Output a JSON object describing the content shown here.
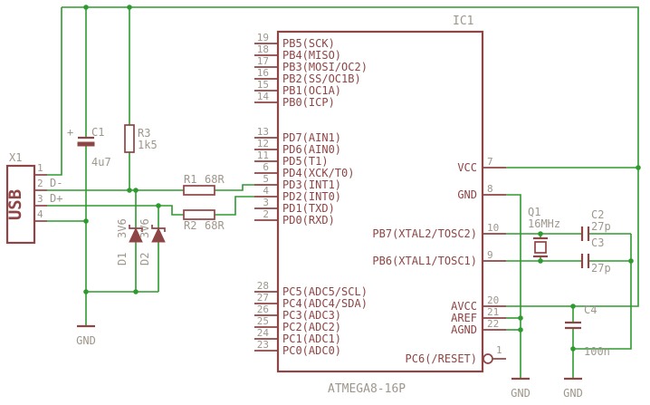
{
  "colors": {
    "background": "#ffffff",
    "wire": "#2f9a2f",
    "symbol": "#8e4545",
    "label": "#9e978c"
  },
  "ic": {
    "refdes": "IC1",
    "part": "ATMEGA8-16P",
    "left_pins": [
      {
        "num": "19",
        "name": "PB5(SCK)"
      },
      {
        "num": "18",
        "name": "PB4(MISO)"
      },
      {
        "num": "17",
        "name": "PB3(MOSI/OC2)"
      },
      {
        "num": "16",
        "name": "PB2(SS/OC1B)"
      },
      {
        "num": "15",
        "name": "PB1(OC1A)"
      },
      {
        "num": "14",
        "name": "PB0(ICP)"
      },
      {
        "num": "13",
        "name": "PD7(AIN1)"
      },
      {
        "num": "12",
        "name": "PD6(AIN0)"
      },
      {
        "num": "11",
        "name": "PD5(T1)"
      },
      {
        "num": "6",
        "name": "PD4(XCK/T0)"
      },
      {
        "num": "5",
        "name": "PD3(INT1)"
      },
      {
        "num": "4",
        "name": "PD2(INT0)"
      },
      {
        "num": "3",
        "name": "PD1(TXD)"
      },
      {
        "num": "2",
        "name": "PD0(RXD)"
      },
      {
        "num": "28",
        "name": "PC5(ADC5/SCL)"
      },
      {
        "num": "27",
        "name": "PC4(ADC4/SDA)"
      },
      {
        "num": "26",
        "name": "PC3(ADC3)"
      },
      {
        "num": "25",
        "name": "PC2(ADC2)"
      },
      {
        "num": "24",
        "name": "PC1(ADC1)"
      },
      {
        "num": "23",
        "name": "PC0(ADC0)"
      }
    ],
    "right_pins": [
      {
        "num": "7",
        "name": "VCC"
      },
      {
        "num": "8",
        "name": "GND"
      },
      {
        "num": "10",
        "name": "PB7(XTAL2/TOSC2)"
      },
      {
        "num": "9",
        "name": "PB6(XTAL1/TOSC1)"
      },
      {
        "num": "20",
        "name": "AVCC"
      },
      {
        "num": "21",
        "name": "AREF"
      },
      {
        "num": "22",
        "name": "AGND"
      },
      {
        "num": "1",
        "name": "PC6(/RESET)",
        "bubble": true
      }
    ]
  },
  "usb": {
    "refdes": "X1",
    "label": "USB",
    "pin_numbers": [
      "1",
      "2",
      "3",
      "4"
    ],
    "net_labels": {
      "dminus": "D-",
      "dplus": "D+"
    }
  },
  "components": {
    "c1": {
      "refdes": "C1",
      "value": "4u7",
      "polarity": "+"
    },
    "r3": {
      "refdes": "R3",
      "value": "1k5"
    },
    "r1": {
      "refdes": "R1",
      "value": "68R"
    },
    "r2": {
      "refdes": "R2",
      "value": "68R"
    },
    "d1": {
      "refdes": "D1",
      "value": "3V6"
    },
    "d2": {
      "refdes": "D2",
      "value": "3V6"
    },
    "q1": {
      "refdes": "Q1",
      "value": "16MHz"
    },
    "c2": {
      "refdes": "C2",
      "value": "27p"
    },
    "c3": {
      "refdes": "C3",
      "value": "27p"
    },
    "c4": {
      "refdes": "C4",
      "value": "100n"
    }
  },
  "gnd_labels": [
    "GND",
    "GND",
    "GND"
  ]
}
